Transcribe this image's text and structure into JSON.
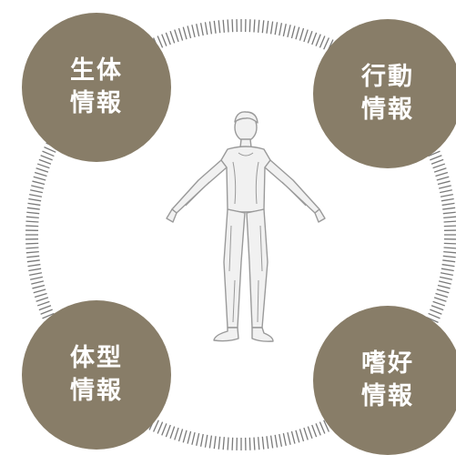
{
  "colors": {
    "circle_fill": "#887d68",
    "circle_text": "#ffffff",
    "ring_tick": "#7a7a7a",
    "figure_fill": "#f1f1f1",
    "figure_shade": "#9a9a9a"
  },
  "icons": {
    "center": "human-figure-icon"
  },
  "circles": {
    "top_left": {
      "line1": "生体",
      "line2": "情報"
    },
    "top_right": {
      "line1": "行動",
      "line2": "情報"
    },
    "bottom_left": {
      "line1": "体型",
      "line2": "情報"
    },
    "bottom_right": {
      "line1": "嗜好",
      "line2": "情報"
    }
  }
}
